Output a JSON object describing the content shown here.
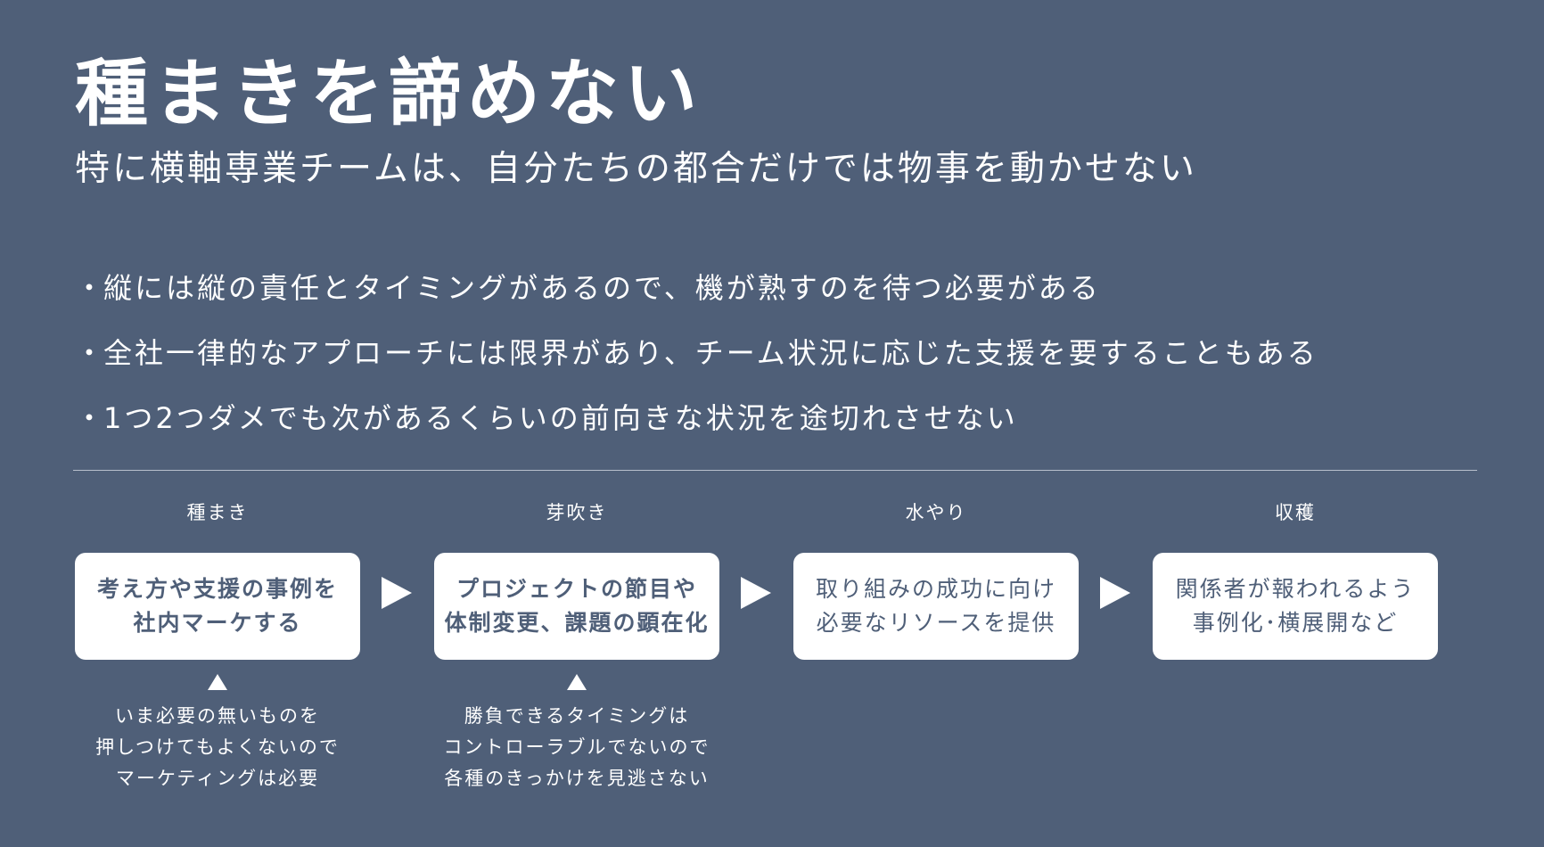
{
  "title": "種まきを諦めない",
  "subtitle": "特に横軸専業チームは、自分たちの都合だけでは物事を動かせない",
  "bullets": [
    "縦には縦の責任とタイミングがあるので、機が熟すのを待つ必要がある",
    "全社一律的なアプローチには限界があり、チーム状況に応じた支援を要することもある",
    "1つ2つダメでも次があるくらいの前向きな状況を途切れさせない"
  ],
  "bullet_marker": "・",
  "stages": [
    {
      "label": "種まき",
      "lines": [
        "考え方や支援の事例を",
        "社内マーケする"
      ],
      "note": [
        "いま必要の無いものを",
        "押しつけてもよくないので",
        "マーケティングは必要"
      ]
    },
    {
      "label": "芽吹き",
      "lines": [
        "プロジェクトの節目や",
        "体制変更、課題の顕在化"
      ],
      "note": [
        "勝負できるタイミングは",
        "コントローラブルでないので",
        "各種のきっかけを見逃さない"
      ]
    },
    {
      "label": "水やり",
      "lines": [
        "取り組みの成功に向け",
        "必要なリソースを提供"
      ]
    },
    {
      "label": "収穫",
      "lines": [
        "関係者が報われるよう",
        "事例化･横展開など"
      ]
    }
  ]
}
